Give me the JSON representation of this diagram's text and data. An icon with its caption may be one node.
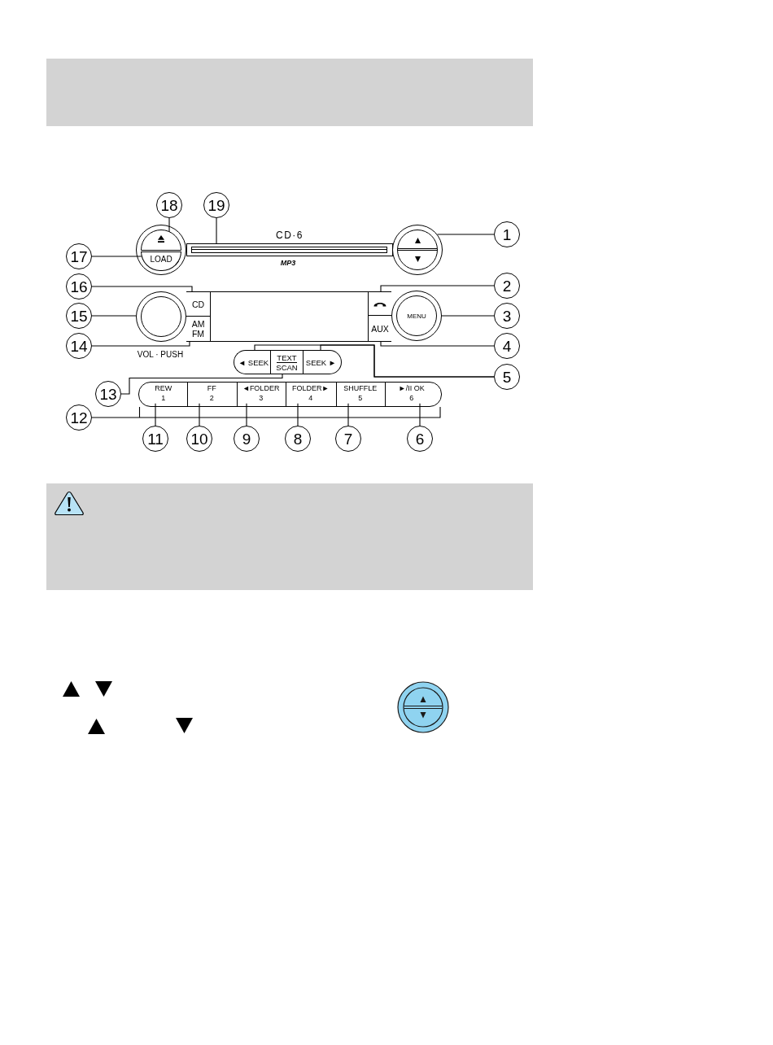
{
  "diagram": {
    "nodes": [
      {
        "text": [
          "18"
        ]
      },
      {
        "text": [
          "19"
        ]
      },
      {
        "text": [],
        "shape": "semicircle"
      },
      {
        "text": [],
        "shape": "bar",
        "beside": [
          "CD·6",
          "MP3"
        ]
      },
      {
        "text": [],
        "shape": "circle"
      },
      {
        "text": [
          "1"
        ]
      },
      {
        "text": [
          "17"
        ]
      },
      {
        "text": [
          "LOAD"
        ]
      },
      {
        "text": [
          "16"
        ]
      },
      {
        "text": [
          "CD"
        ]
      },
      {
        "text": [],
        "shape": "box"
      },
      {
        "text": [
          "2"
        ]
      },
      {
        "text": [],
        "shape": "box"
      },
      {
        "text": [
          "15"
        ]
      },
      {
        "text": [],
        "shape": "circle",
        "beside": [
          "VOL · PUSH"
        ]
      },
      {
        "text": [
          "MENU"
        ]
      },
      {
        "text": [
          "3"
        ]
      },
      {
        "text": [
          "AM FM"
        ]
      },
      {
        "text": [
          "AUX"
        ]
      },
      {
        "text": [
          "14"
        ]
      },
      {
        "text": [
          "4"
        ]
      },
      {
        "text": [
          "◄ SEEK"
        ]
      },
      {
        "text": [
          "TEXT",
          "SCAN"
        ]
      },
      {
        "text": [
          "SEEK ►"
        ]
      },
      {
        "text": [
          "5"
        ]
      },
      {
        "text": [
          "13"
        ]
      },
      {
        "text": [],
        "shape": "box"
      },
      {
        "text": [
          "REW",
          "1"
        ],
        "in": 26
      },
      {
        "text": [
          "FF",
          "2"
        ],
        "in": 26
      },
      {
        "text": [
          "◄FOLDER",
          "3"
        ],
        "in": 26
      },
      {
        "text": [
          "FOLDER►",
          "4"
        ],
        "in": 26
      },
      {
        "text": [
          "SHUFFLE",
          "5"
        ],
        "in": 26
      },
      {
        "text": [
          "►/II OK",
          "6"
        ],
        "in": 26
      },
      {
        "text": [
          "12"
        ]
      },
      {
        "text": [
          "11"
        ]
      },
      {
        "text": [
          "10"
        ]
      },
      {
        "text": [
          "9"
        ]
      },
      {
        "text": [
          "8"
        ]
      },
      {
        "text": [
          "7"
        ]
      },
      {
        "text": [
          "6"
        ]
      }
    ],
    "edges": [
      {
        "from": 0,
        "to": 2,
        "arrow": "none"
      },
      {
        "from": 1,
        "to": 3,
        "arrow": "none"
      },
      {
        "from": 5,
        "to": 4,
        "arrow": "none"
      },
      {
        "from": 6,
        "to": 7,
        "arrow": "none"
      },
      {
        "from": 8,
        "to": 9,
        "arrow": "none"
      },
      {
        "from": 11,
        "to": 12,
        "arrow": "none"
      },
      {
        "from": 13,
        "to": 14,
        "arrow": "none"
      },
      {
        "from": 16,
        "to": 15,
        "arrow": "none"
      },
      {
        "from": 19,
        "to": 17,
        "arrow": "none"
      },
      {
        "from": 20,
        "to": 18,
        "arrow": "none"
      },
      {
        "from": 24,
        "to": 21,
        "arrow": "none"
      },
      {
        "from": 24,
        "to": 23,
        "arrow": "none"
      },
      {
        "from": 25,
        "to": 22,
        "arrow": "none"
      },
      {
        "from": 33,
        "to": 26,
        "arrow": "none"
      },
      {
        "from": 34,
        "to": 27,
        "arrow": "none"
      },
      {
        "from": 35,
        "to": 28,
        "arrow": "none"
      },
      {
        "from": 36,
        "to": 29,
        "arrow": "none"
      },
      {
        "from": 37,
        "to": 30,
        "arrow": "none"
      },
      {
        "from": 38,
        "to": 31,
        "arrow": "none"
      },
      {
        "from": 39,
        "to": 32,
        "arrow": "none"
      }
    ]
  }
}
